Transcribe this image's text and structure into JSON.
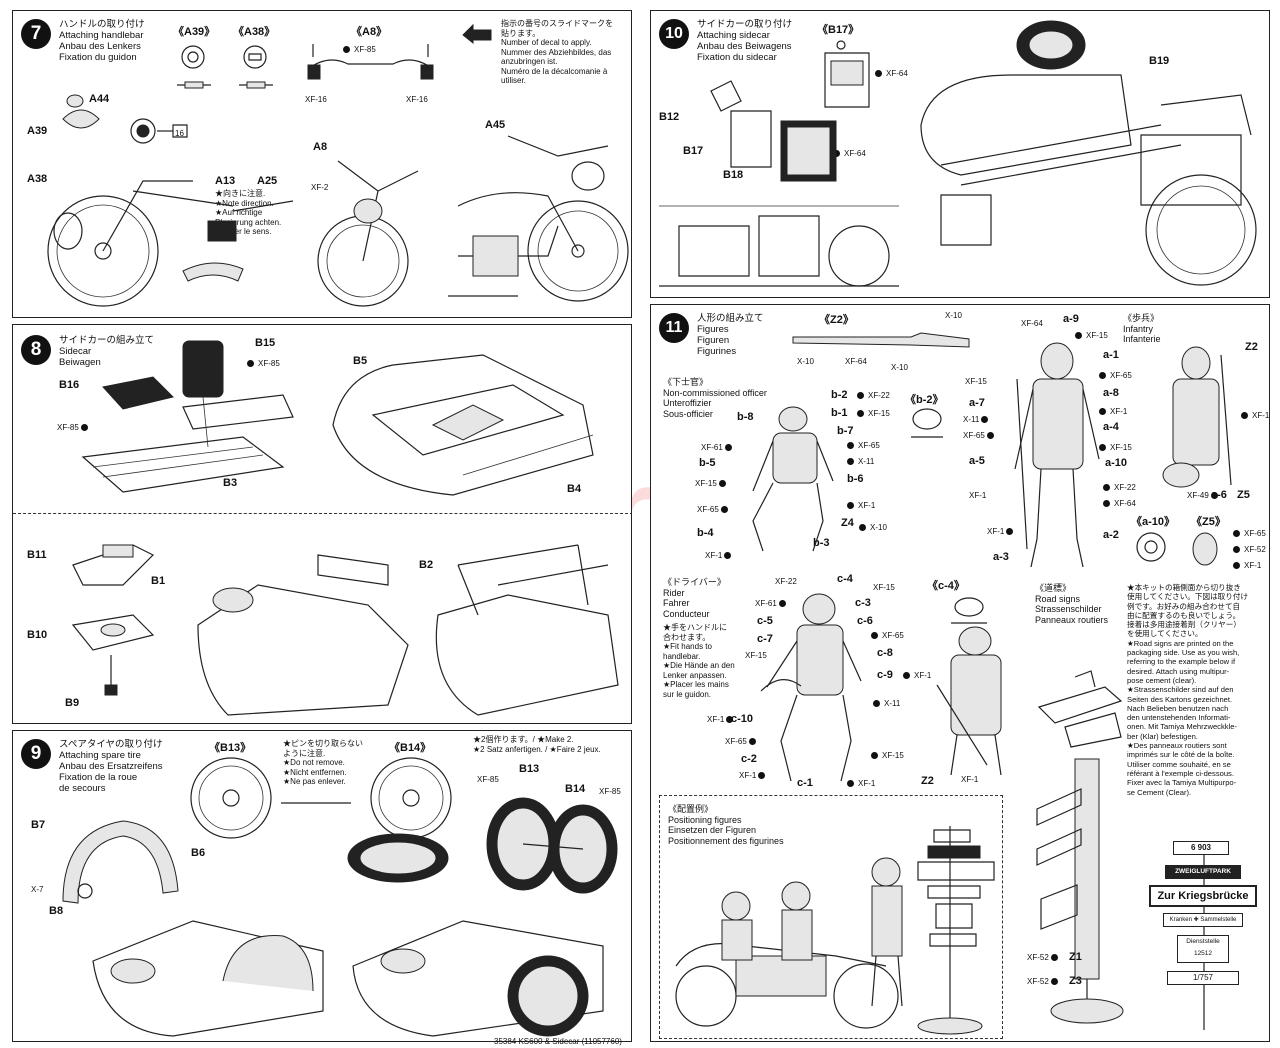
{
  "steps": {
    "s7": {
      "num": "7",
      "jp": "ハンドルの取り付け",
      "en": "Attaching handlebar",
      "de": "Anbau des Lenkers",
      "fr": "Fixation du guidon",
      "decal_note": [
        "指示の番号のスライドマークを",
        "貼ります。",
        "Number of decal to apply.",
        "Nummer des Abziehbildes, das",
        "anzubringen ist.",
        "Numéro de la décalcomanie à",
        "utiliser."
      ],
      "direction_note": [
        "★向きに注意.",
        "★Note direction.",
        "★Auf richtige",
        "Plazierung achten.",
        "★Noter le sens."
      ],
      "labels": {
        "a39c": "《A39》",
        "a38c": "《A38》",
        "a8c": "《A8》",
        "a44": "A44",
        "a39": "A39",
        "a38": "A38",
        "a13": "A13",
        "a25": "A25",
        "a8": "A8",
        "a45": "A45",
        "decal16": "16",
        "xf85": "XF-85",
        "xf16a": "XF-16",
        "xf16b": "XF-16",
        "xf2": "XF-2"
      }
    },
    "s8": {
      "num": "8",
      "jp": "サイドカーの組み立て",
      "en": "Sidecar",
      "de": "Beiwagen",
      "labels": {
        "b15": "B15",
        "b16": "B16",
        "b5": "B5",
        "b3": "B3",
        "b4": "B4",
        "b11": "B11",
        "b1": "B1",
        "b2": "B2",
        "b10": "B10",
        "b9": "B9",
        "xf85a": "XF-85",
        "xf85b": "XF-85"
      }
    },
    "s9": {
      "num": "9",
      "jp": "スペアタイヤの取り付け",
      "en": "Attaching spare tire",
      "de": "Anbau des Ersatzreifens",
      "fr": "Fixation de la roue",
      "fr2": "de secours",
      "pin_note": [
        "★ピンを切り取らない",
        "ように注意.",
        "★Do not remove.",
        "★Nicht entfernen.",
        "★Ne pas enlever."
      ],
      "make2": [
        "★2個作ります。/ ★Make 2.",
        "★2 Satz anfertigen. / ★Faire 2 jeux."
      ],
      "labels": {
        "b13c": "《B13》",
        "b14c": "《B14》",
        "b7": "B7",
        "b6": "B6",
        "b8": "B8",
        "b13": "B13",
        "b14": "B14",
        "x7": "X-7",
        "xf85a": "XF-85",
        "xf85b": "XF-85"
      }
    },
    "s10": {
      "num": "10",
      "jp": "サイドカーの取り付け",
      "en": "Attaching sidecar",
      "de": "Anbau des Beiwagens",
      "fr": "Fixation du sidecar",
      "labels": {
        "b17c": "《B17》",
        "b12": "B12",
        "b17": "B17",
        "b18": "B18",
        "b19": "B19",
        "xf64a": "XF-64",
        "xf64b": "XF-64"
      }
    },
    "s11": {
      "num": "11",
      "jp": "人形の組み立て",
      "en": "Figures",
      "de": "Figuren",
      "fr": "Figurines",
      "z2c": "《Z2》",
      "nco_jp": "《下士官》",
      "nco_en": "Non-commissioned officer",
      "nco_de": "Unteroffizier",
      "nco_fr": "Sous-officier",
      "inf_jp": "《歩兵》",
      "inf_en": "Infantry",
      "inf_fr": "Infanterie",
      "rider_jp": "《ドライバー》",
      "rider_en": "Rider",
      "rider_de": "Fahrer",
      "rider_fr": "Conducteur",
      "rider_note": [
        "★手をハンドルに",
        "合わせます。",
        "★Fit hands to",
        "handlebar.",
        "★Die Hände an den",
        "Lenker anpassen.",
        "★Placer les mains",
        "sur le guidon."
      ],
      "signs_jp": "《道標》",
      "signs_en": "Road signs",
      "signs_de": "Strassenschilder",
      "signs_fr": "Panneaux routiers",
      "signs_note": [
        "★本キットの箱側面から切り抜き",
        "使用してください。下図は取り付け",
        "例です。お好みの組み合わせて自",
        "由に配置するのも良いでしょう。",
        "接着は多用途接着剤（クリヤー）",
        "を使用してください。",
        "★Road signs are printed on the",
        "packaging side. Use as you wish,",
        "referring to the example below if",
        "desired. Attach using multipur-",
        "pose cement (clear).",
        "★Strassenschilder sind auf den",
        "Seiten des Kartons gezeichnet.",
        "Nach Belieben benutzen nach",
        "den untenstehenden Informati-",
        "onen. Mit Tamiya Mehrzweckkle-",
        "ber (Klar) befestigen.",
        "★Des panneaux routiers sont",
        "imprimés sur le côté de la boîte.",
        "Utiliser comme souhaité, en se",
        "référant à l'exemple ci-dessous.",
        "Fixer avec la Tamiya Multipurpo-",
        "se Cement (Clear)."
      ],
      "pos_jp": "《配置例》",
      "pos_en": "Positioning figures",
      "pos_de": "Einsetzen der Figuren",
      "pos_fr": "Positionnement des figurines",
      "signs": {
        "s1": "6 903",
        "s2": "ZWEIGLUFTPARK",
        "s3": "Zur Kriegsbrücke",
        "s4": "Kranken ✚ Sammelstelle",
        "s5": "Dienststelle",
        "s6": "12512",
        "s7": "1/757"
      },
      "labels": {
        "x10a": "X-10",
        "x10b": "X-10",
        "x10c": "X-10",
        "xf64": "XF-64",
        "b2": "b-2",
        "b1": "b-1",
        "b8": "b-8",
        "b7": "b-7",
        "b5": "b-5",
        "b6": "b-6",
        "b4": "b-4",
        "b3": "b-3",
        "z4": "Z4",
        "x11": "X-11",
        "b2c": "《b-2》",
        "xf22a": "XF-22",
        "xf15a": "XF-15",
        "xf61a": "XF-61",
        "xf65a": "XF-65",
        "xf15b": "XF-15",
        "xf65b": "XF-65",
        "xf1a": "XF-1",
        "xf1b": "XF-1",
        "x10d": "X-10",
        "a9": "a-9",
        "a1": "a-1",
        "a8": "a-8",
        "a7": "a-7",
        "a4": "a-4",
        "a5": "a-5",
        "a10": "a-10",
        "a6": "a-6",
        "a2": "a-2",
        "a3": "a-3",
        "z2": "Z2",
        "z5": "Z5",
        "a10c": "《a-10》",
        "z5c": "《Z5》",
        "xf64a": "XF-64",
        "xf15c": "XF-15",
        "xf15d": "XF-15",
        "x11b": "X-11",
        "xf1c": "XF-1",
        "xf65c": "XF-65",
        "xf1d": "XF-1",
        "xf15e": "XF-15",
        "xf22b": "XF-22",
        "xf64b": "XF-64",
        "xf1e": "XF-1",
        "xf49": "XF-49",
        "xf1f": "XF-1",
        "xf65d": "XF-65",
        "xf52": "XF-52",
        "xf1g": "XF-1",
        "c4": "c-4",
        "c3": "c-3",
        "c5": "c-5",
        "c6": "c-6",
        "c7": "c-7",
        "c8": "c-8",
        "c9": "c-9",
        "c10": "c-10",
        "c2": "c-2",
        "c1": "c-1",
        "c4c": "《c-4》",
        "xf22c": "XF-22",
        "xf15f": "XF-15",
        "xf61b": "XF-61",
        "xf65e": "XF-65",
        "xf15g": "XF-15",
        "xf1h": "XF-1",
        "xf1i": "XF-1",
        "x11c": "X-11",
        "xf65f": "XF-65",
        "xf15h": "XF-15",
        "xf1j": "XF-1",
        "xf1k": "XF-1",
        "z2b": "Z2",
        "xf1l": "XF-1",
        "z1": "Z1",
        "z3": "Z3",
        "xf52a": "XF-52",
        "xf52b": "XF-52"
      }
    }
  },
  "watermark": "modelarstwo.cz",
  "footer": "35384 KS600 & Sidecar (11057760)"
}
